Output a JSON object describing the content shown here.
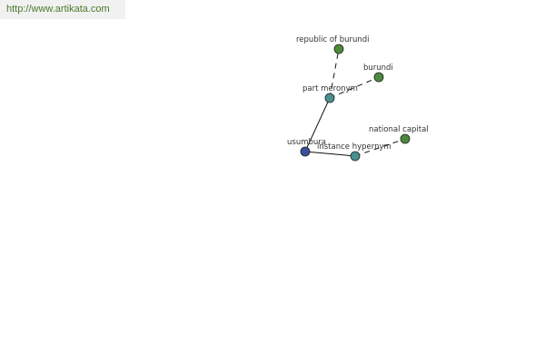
{
  "watermark": {
    "url": "http://www.artikata.com"
  },
  "colors": {
    "root_node": "#3b4f9a",
    "relation_node": "#4a9090",
    "leaf_node": "#4b8a3c",
    "url_text": "#4a7a2a"
  },
  "graph": {
    "nodes": [
      {
        "id": "usumbura",
        "label": "usumbura",
        "kind": "root"
      },
      {
        "id": "part-meronym",
        "label": "part meronym",
        "kind": "relation"
      },
      {
        "id": "instance-hypernym",
        "label": "instance hypernym",
        "kind": "relation"
      },
      {
        "id": "republic-of-burundi",
        "label": "republic of burundi",
        "kind": "leaf"
      },
      {
        "id": "burundi",
        "label": "burundi",
        "kind": "leaf"
      },
      {
        "id": "national-capital",
        "label": "national capital",
        "kind": "leaf"
      }
    ],
    "edges": [
      {
        "from": "usumbura",
        "to": "part-meronym",
        "style": "solid"
      },
      {
        "from": "usumbura",
        "to": "instance-hypernym",
        "style": "solid"
      },
      {
        "from": "part-meronym",
        "to": "republic-of-burundi",
        "style": "dashed"
      },
      {
        "from": "part-meronym",
        "to": "burundi",
        "style": "dashed"
      },
      {
        "from": "instance-hypernym",
        "to": "national-capital",
        "style": "dashed"
      }
    ]
  }
}
